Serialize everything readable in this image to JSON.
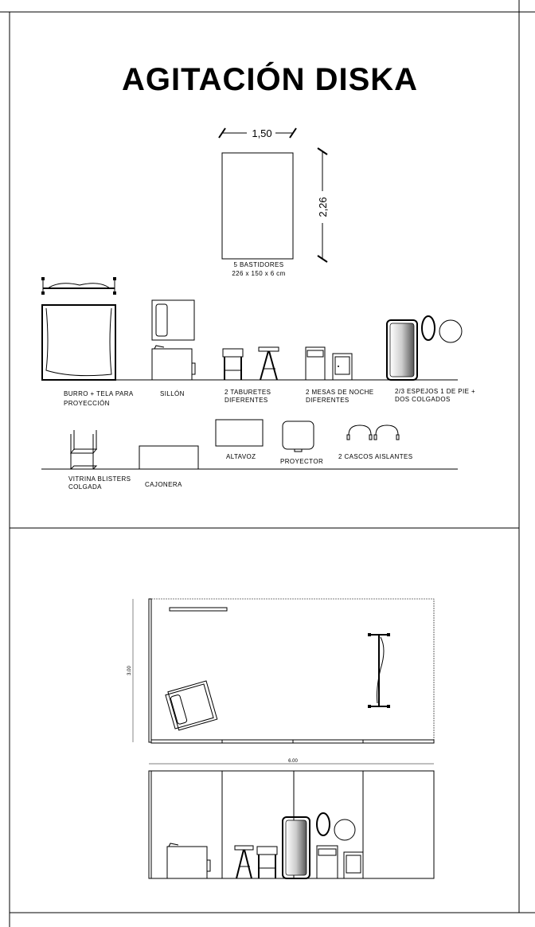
{
  "title": "AGITACIÓN DISKA",
  "panel": {
    "width_dim": "1,50",
    "height_dim": "2,26",
    "label_line1": "5 BASTIDORES",
    "label_line2": "226 x 150 x 6 cm"
  },
  "items_row1": {
    "burro_line1": "BURRO + TELA PARA",
    "burro_line2": "PROYECCIÓN",
    "sillon": "SILLÓN",
    "taburetes_line1": "2 TABURETES",
    "taburetes_line2": "DIFERENTES",
    "mesas_line1": "2 MESAS DE NOCHE",
    "mesas_line2": "DIFERENTES",
    "espejos_line1": "2/3  ESPEJOS 1 DE PIE +",
    "espejos_line2": "DOS COLGADOS"
  },
  "items_row2": {
    "vitrina_line1": "VITRINA BLISTERS",
    "vitrina_line2": "COLGADA",
    "cajonera": "CAJONERA",
    "altavoz": "ALTAVOZ",
    "proyector": "PROYECTOR",
    "cascos": "2 CASCOS AISLANTES"
  },
  "plan": {
    "depth_dim": "3.00",
    "width_dim": "6.00"
  }
}
